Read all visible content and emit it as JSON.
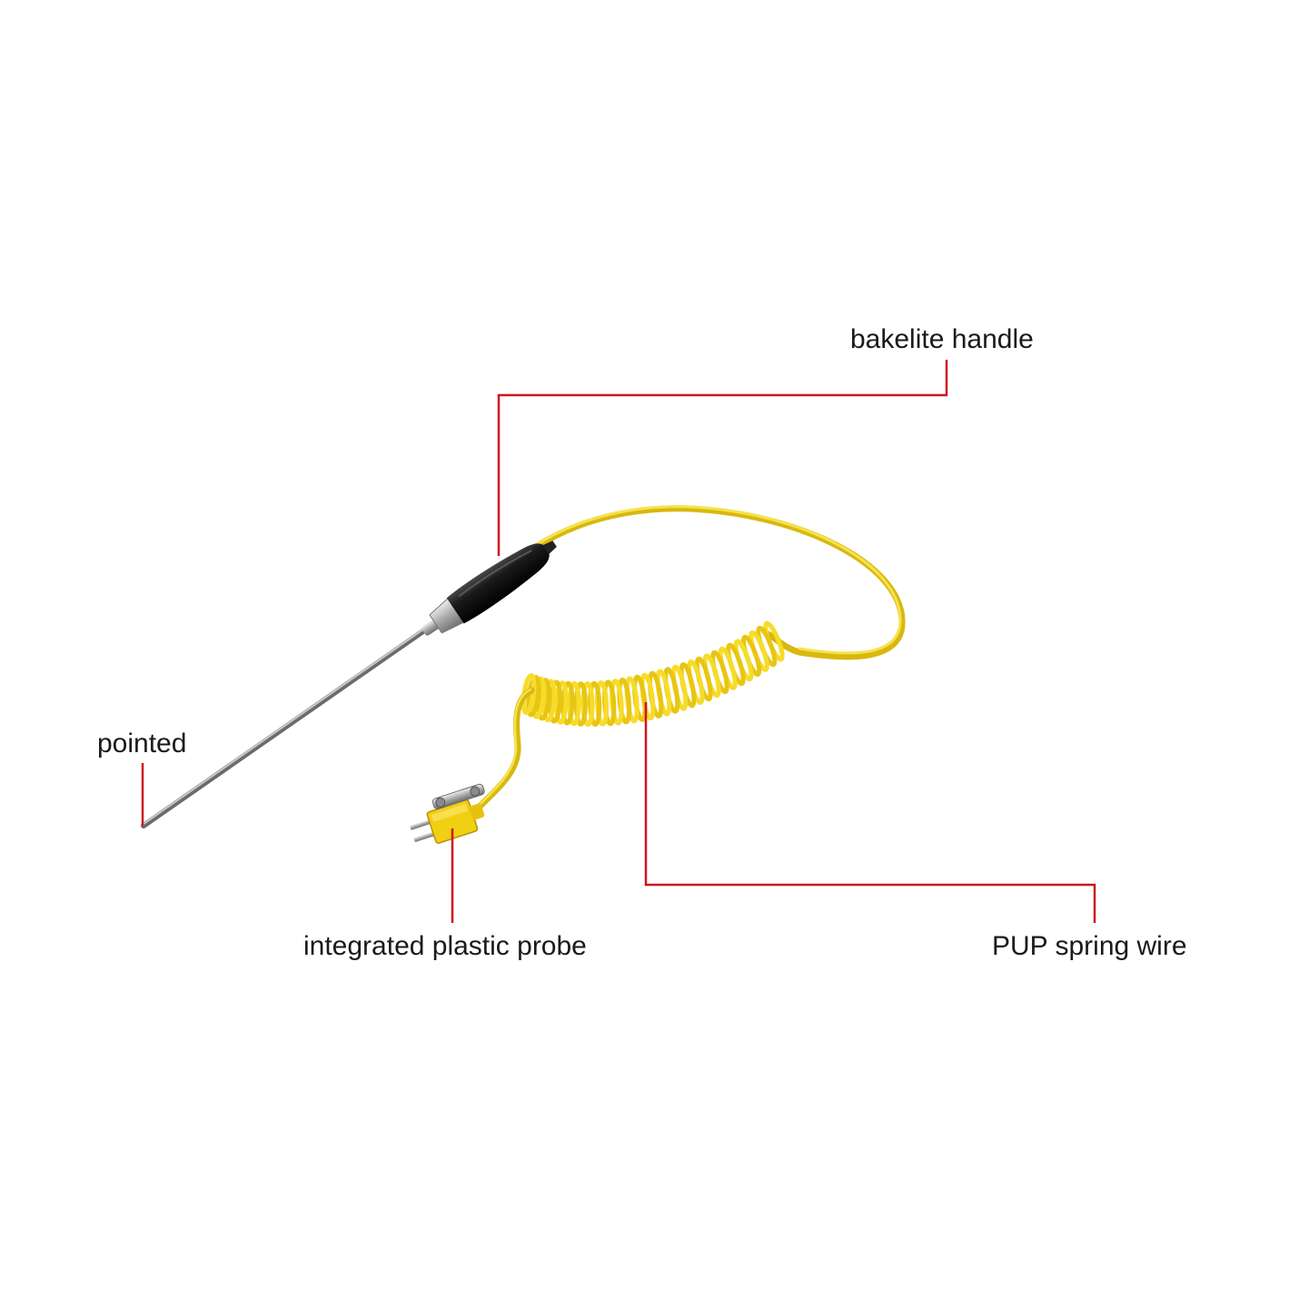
{
  "labels": {
    "bakelite_handle": "bakelite handle",
    "pointed": "pointed",
    "integrated_plastic_probe": "integrated plastic probe",
    "pup_spring_wire": "PUP spring wire"
  },
  "colors": {
    "leader_line": "#d0141e",
    "cable_yellow": "#f2d21c",
    "cable_shadow": "#c9a80a",
    "handle_black": "#151515",
    "steel": "#9a9a9a",
    "connector_yellow": "#f1cf12"
  }
}
